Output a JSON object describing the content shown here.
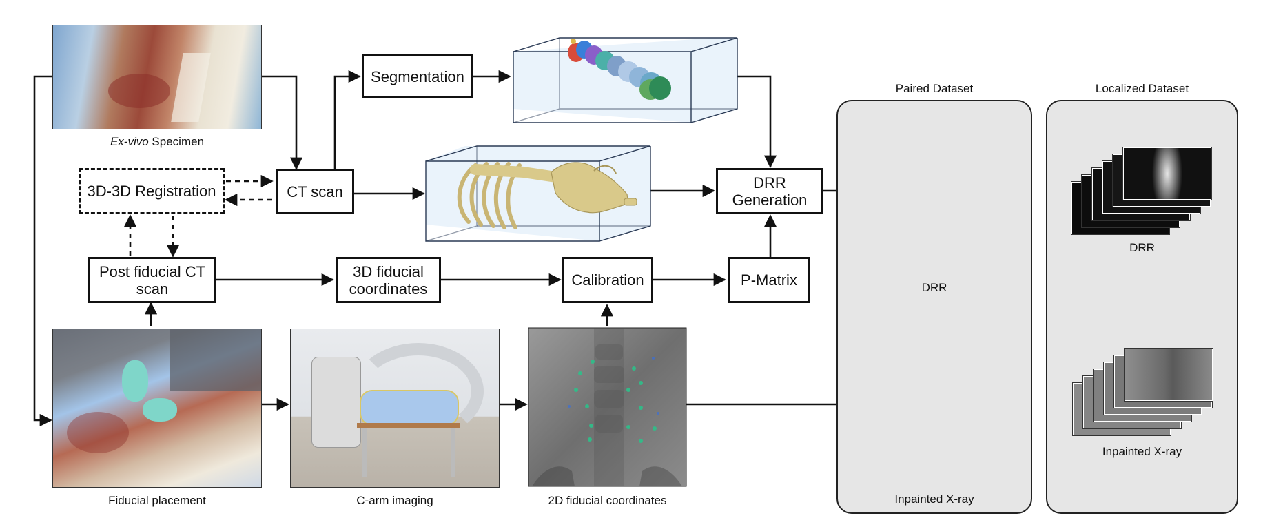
{
  "nodes": {
    "segmentation": "Segmentation",
    "ct_scan": "CT scan",
    "registration": "3D-3D Registration",
    "post_fiducial_ct": "Post fiducial CT\nscan",
    "fiducial_3d": "3D fiducial\ncoordinates",
    "calibration": "Calibration",
    "p_matrix": "P-Matrix",
    "drr_generation": "DRR\nGeneration"
  },
  "captions": {
    "specimen_italic": "Ex-vivo",
    "specimen_rest": " Specimen",
    "fiducial_placement": "Fiducial placement",
    "c_arm_imaging": "C-arm imaging",
    "fiducial_2d": "2D fiducial coordinates"
  },
  "paired_dataset": {
    "title": "Paired Dataset",
    "drr_label": "DRR",
    "xray_label": "Inpainted X-ray"
  },
  "localized_dataset": {
    "title": "Localized Dataset",
    "drr_label": "DRR",
    "xray_label": "Inpainted X-ray"
  },
  "colors": {
    "bone": "#d9c98a",
    "vertebra_palette": [
      "#d94b3a",
      "#3a7fd9",
      "#8a5fc9",
      "#4bb0a8",
      "#7f9fc9",
      "#b0c9e6",
      "#5fa85f",
      "#2e8b57"
    ],
    "panel_fill": "#e6e6e6",
    "glove": "#7fd6c9",
    "wrap": "#a9c8ec"
  }
}
